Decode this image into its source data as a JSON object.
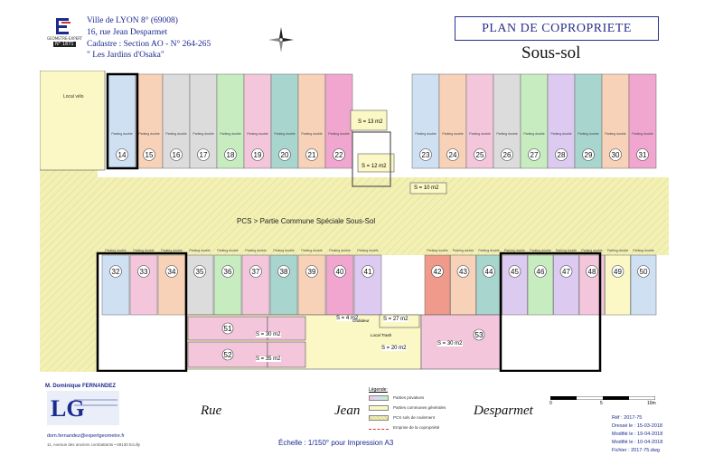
{
  "header": {
    "city": "Ville de LYON 8° (69008)",
    "address": "16, rue Jean Desparmet",
    "cadastre": "Cadastre : Section AO - N° 264-265",
    "residence": "\" Les Jardins d'Osaka\"",
    "logo_tag": "N° 1871",
    "logo_caption": "GEOMETRE-EXPERT"
  },
  "title": "PLAN DE COPROPRIETE",
  "subtitle": "Sous-sol",
  "plan": {
    "left_room": "Local vélo",
    "pcs_label": "PCS > Partie Commune Spéciale Sous-Sol",
    "parking_caption": "Parking double",
    "top_left_lots": [
      "14",
      "15",
      "16",
      "17",
      "18",
      "19",
      "20",
      "21",
      "22"
    ],
    "top_right_lots": [
      "23",
      "24",
      "25",
      "26",
      "27",
      "28",
      "29",
      "30",
      "31"
    ],
    "bottom_lots": [
      "32",
      "33",
      "34",
      "35",
      "36",
      "37",
      "38",
      "39",
      "40",
      "41",
      "42",
      "43",
      "44",
      "45",
      "46",
      "47",
      "48",
      "49",
      "50"
    ],
    "cellars": [
      "51",
      "52",
      "53"
    ],
    "cellar_areas": [
      "S = 30 m2",
      "S = 35 m2",
      "S = 30 m2"
    ],
    "areas": {
      "s13": "S = 13 m2",
      "s12": "S = 12 m2",
      "s10": "S = 10 m2",
      "s4": "S = 4 m2",
      "s27": "S = 27 m2",
      "s20": "S = 20 m2"
    },
    "middle_labels": {
      "ondule": "Onduleur",
      "local": "Local Trash"
    }
  },
  "author": {
    "name": "M. Dominique FERNANDEZ",
    "email": "dom.fernandez@expertgeometre.fr",
    "address": "11, Avenue des anciens combattants • 69130 Ecully"
  },
  "street": {
    "w1": "Rue",
    "w2": "Jean",
    "w3": "Desparmet"
  },
  "scale": "Échelle : 1/150° pour Impression A3",
  "legend": {
    "title": "Légende:",
    "items": [
      "Parties privatives",
      "Parties communes générales",
      "PCS sols de roulement",
      "Emprise de la copropriété"
    ]
  },
  "scalebar": {
    "start": "0",
    "mid": "5",
    "end": "10m"
  },
  "references": [
    "Réf : 2017-75",
    "Dressé le : 15-03-2018",
    "Modifié le : 19-04-2018",
    "Modifié le : 10-04-2018",
    "Fichier : 2017-75.dwg"
  ],
  "colors": {
    "pcs": "#f3f0b4",
    "general": "#fbf8c6",
    "pink": "#f3c6dc",
    "salmon": "#f8d2b8",
    "blue": "#cfe0f3",
    "green": "#c7ecc0",
    "teal": "#a9d5cf",
    "magenta": "#f0a6cf",
    "purple": "#dccaf0",
    "grey": "#dcdcdc",
    "red": "#f09a8c"
  }
}
